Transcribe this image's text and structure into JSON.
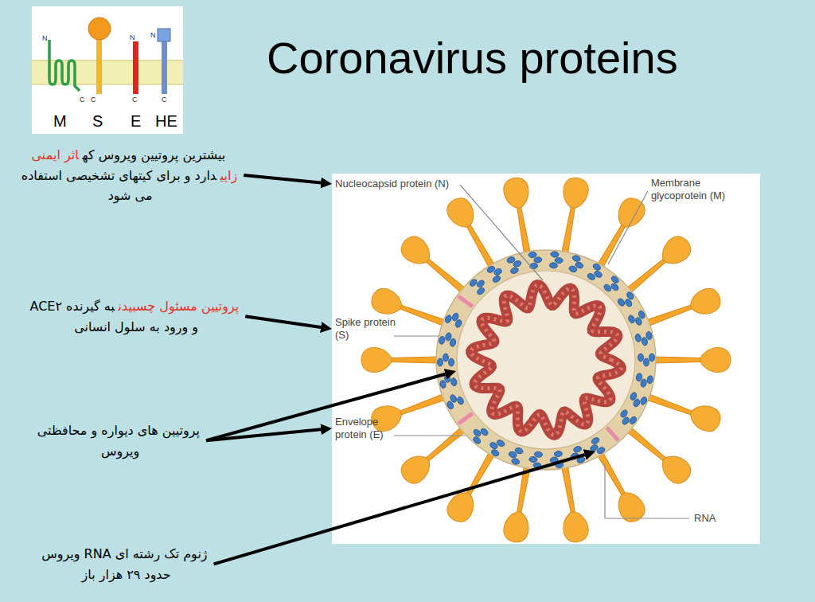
{
  "diagram": {
    "title": "Coronavirus proteins",
    "nodes": [
      {
        "text": [
          "بیشترین پروتیین ویروس که",
          "اثر ایمنی زایی",
          "دارد و برای کیتهای تشخیصی استفاده می شود"
        ]
      },
      {
        "text": [
          "Nucleocapsid protein (N)"
        ]
      },
      {
        "text": [
          "پروتیین مسئول چسبیدن",
          "به گیرنده ACE۲ و ورود به سلول انسانی"
        ]
      },
      {
        "text": [
          "Spike protein (S)"
        ]
      },
      {
        "text": [
          "پروتیین های دیواره و محافظتی ویروس"
        ]
      },
      {
        "text": [
          "Envelope protein (E)"
        ]
      },
      {
        "text": [
          "ژنوم تک رشته ای RNA ویروس حدود ۲۹ هزار باز"
        ]
      }
    ],
    "edges": [
      {
        "from": 0,
        "to": 1,
        "arrow": "to"
      },
      {
        "from": 2,
        "to": 3,
        "arrow": "to"
      },
      {
        "from": 4,
        "to": 5,
        "arrow": "to"
      }
    ],
    "labels": [
      "M",
      "S",
      "E",
      "HE",
      "N",
      "N",
      "N",
      "C",
      "C",
      "C",
      "C",
      "Membrane glycoprotein (M)",
      "RNA"
    ]
  }
}
